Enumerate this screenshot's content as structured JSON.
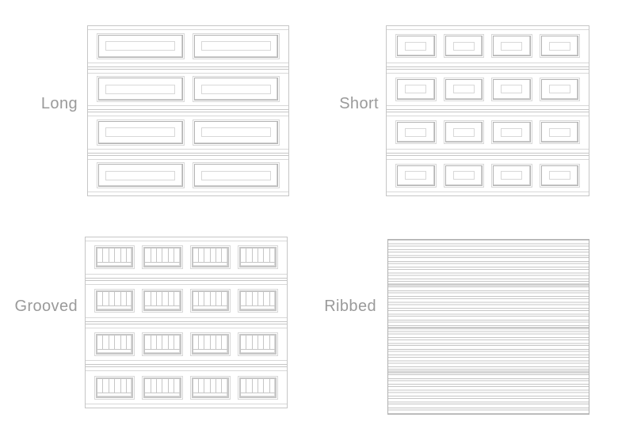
{
  "page": {
    "background": "#ffffff",
    "description_of_content": "Comparison of four garage door panel styles"
  },
  "colors": {
    "line_light": "#d8d8d8",
    "line_mid": "#c6c6c6",
    "line_dark": "#b2b2b2",
    "label_text": "#9a9a9a"
  },
  "styles": [
    {
      "id": "long",
      "label": "Long",
      "type": "paneled",
      "rows": 4,
      "panels_per_row": 2,
      "panel_style": "long-raised-panel"
    },
    {
      "id": "short",
      "label": "Short",
      "type": "paneled",
      "rows": 4,
      "panels_per_row": 4,
      "panel_style": "short-raised-panel"
    },
    {
      "id": "grooved",
      "label": "Grooved",
      "type": "paneled",
      "rows": 4,
      "panels_per_row": 4,
      "panel_style": "grooved-panel",
      "grooves_per_panel": 6
    },
    {
      "id": "ribbed",
      "label": "Ribbed",
      "type": "ribbed",
      "rib_line_pairs": 30,
      "section_joints": 3
    }
  ]
}
